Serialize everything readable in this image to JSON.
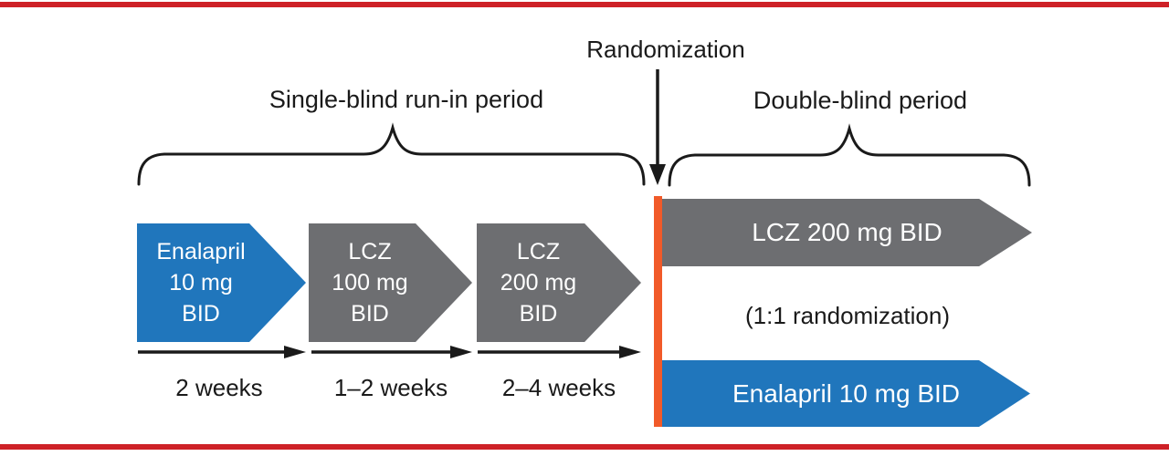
{
  "figure": {
    "title_randomization": "Randomization",
    "run_in_label": "Single-blind run-in period",
    "double_blind_label": "Double-blind period",
    "ratio_label": "(1:1 randomization)"
  },
  "run_in_steps": [
    {
      "lines": [
        "Enalapril",
        "10 mg",
        "BID"
      ],
      "duration": "2 weeks",
      "color": "#2076BC"
    },
    {
      "lines": [
        "LCZ",
        "100 mg",
        "BID"
      ],
      "duration": "1–2 weeks",
      "color": "#6D6E71"
    },
    {
      "lines": [
        "LCZ",
        "200 mg",
        "BID"
      ],
      "duration": "2–4 weeks",
      "color": "#6D6E71"
    }
  ],
  "double_blind_arms": [
    {
      "label": "LCZ 200 mg BID",
      "color": "#6D6E71"
    },
    {
      "label": "Enalapril 10 mg BID",
      "color": "#2076BC"
    }
  ],
  "colors": {
    "border_red": "#CE2127",
    "randomization_bar_orange": "#F15A29",
    "arrow_blue": "#2076BC",
    "arrow_gray": "#6D6E71",
    "text": "#1A1A1A"
  }
}
